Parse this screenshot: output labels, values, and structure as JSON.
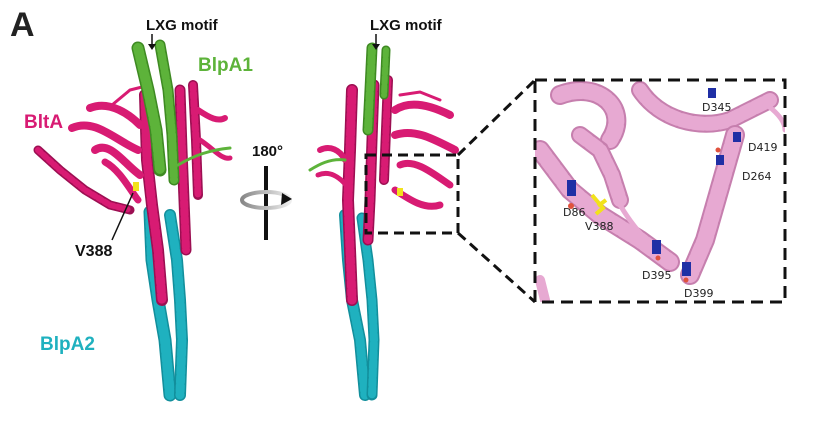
{
  "panel_letter": "A",
  "labels": {
    "lxg_motif_left": "LXG motif",
    "lxg_motif_right": "LXG motif",
    "blpa1": "BlpA1",
    "blta": "BltA",
    "blpa2": "BlpA2",
    "v388_main": "V388",
    "rotation": "180°"
  },
  "zoom_residues": [
    "D345",
    "D419",
    "D264",
    "D86",
    "V388",
    "D395",
    "D399"
  ],
  "colors": {
    "blpa1": "#5db33a",
    "blta": "#d81b73",
    "blpa2": "#1fb1bf",
    "zoom_helix": "#e7a9d2",
    "acidic_residue": "#1f2fa5",
    "v388_residue": "#f2e21c",
    "text": "#111111"
  }
}
